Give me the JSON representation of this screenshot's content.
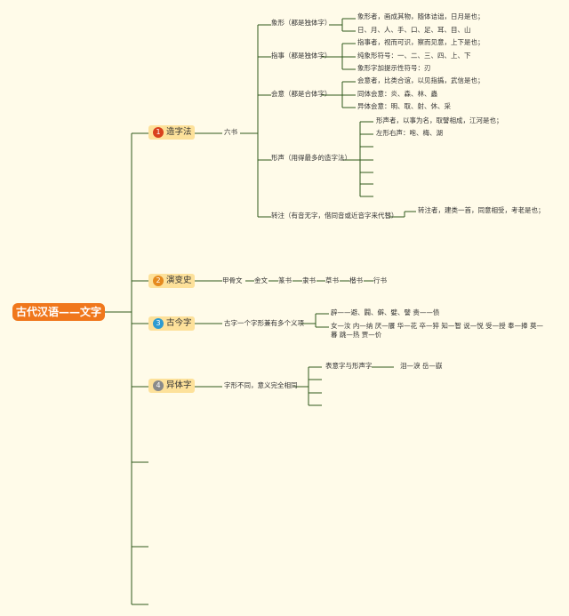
{
  "root": "古代汉语——文字",
  "sections": [
    {
      "num": "1",
      "label": "造字法",
      "color": "#d9411e"
    },
    {
      "num": "2",
      "label": "演变史",
      "color": "#e58a1f"
    },
    {
      "num": "3",
      "label": "古今字",
      "color": "#2d9bd1"
    },
    {
      "num": "4",
      "label": "异体字",
      "color": "#8a8a8a"
    }
  ],
  "zaozi": {
    "liushu": "六书",
    "xiangxing": "象形（都是独体字）",
    "xiangxing_items": [
      "象形者，画成其物，随体诘诎，日月是也；",
      "日、月、人、手、口、足、耳、目、山"
    ],
    "zhishi": "指事（都是独体字）",
    "zhishi_items": [
      "指事者，视而可识，察而见意，上下是也；",
      "纯象形符号：一、二、三、四、上、下",
      "象形字加提示性符号：刃"
    ],
    "huiyi": "会意（都是合体字）",
    "huiyi_items": [
      "会意者，比类合谊，以见指撝，武信是也；",
      "同体会意：炎、森、林、蟲",
      "异体会意：明、取、射、休、采"
    ],
    "xingsheng": "形声（用得最多的造字法）",
    "xingsheng_items": [
      "形声者，以事为名，取譬相成，江河是也；",
      "左形右声：咆、梅、湖"
    ],
    "zhuanzhu": "转注（有音无字，借同音或近音字来代替）",
    "zhuanzhu_items": [
      "转注者，建类一首，同意相受，考老是也；"
    ]
  },
  "yanbian": [
    "甲骨文",
    "金文",
    "篆书",
    "隶书",
    "草书",
    "楷书",
    "行书"
  ],
  "gujin": {
    "desc": "古字一个字形兼有多个义项",
    "items": [
      "辟——避、闢、僻、嬖、譬 责——债",
      "女—汝 内—纳 厌—餍 华—花 卒—猝 知—智 说—悦 受—授 奉—捧 莫—暮 跳—热 贾—价"
    ]
  },
  "yiti": {
    "desc": "字形不同，意义完全相同",
    "sub": "表意字与形声字",
    "example": "泪—淚 岳—嶽"
  }
}
